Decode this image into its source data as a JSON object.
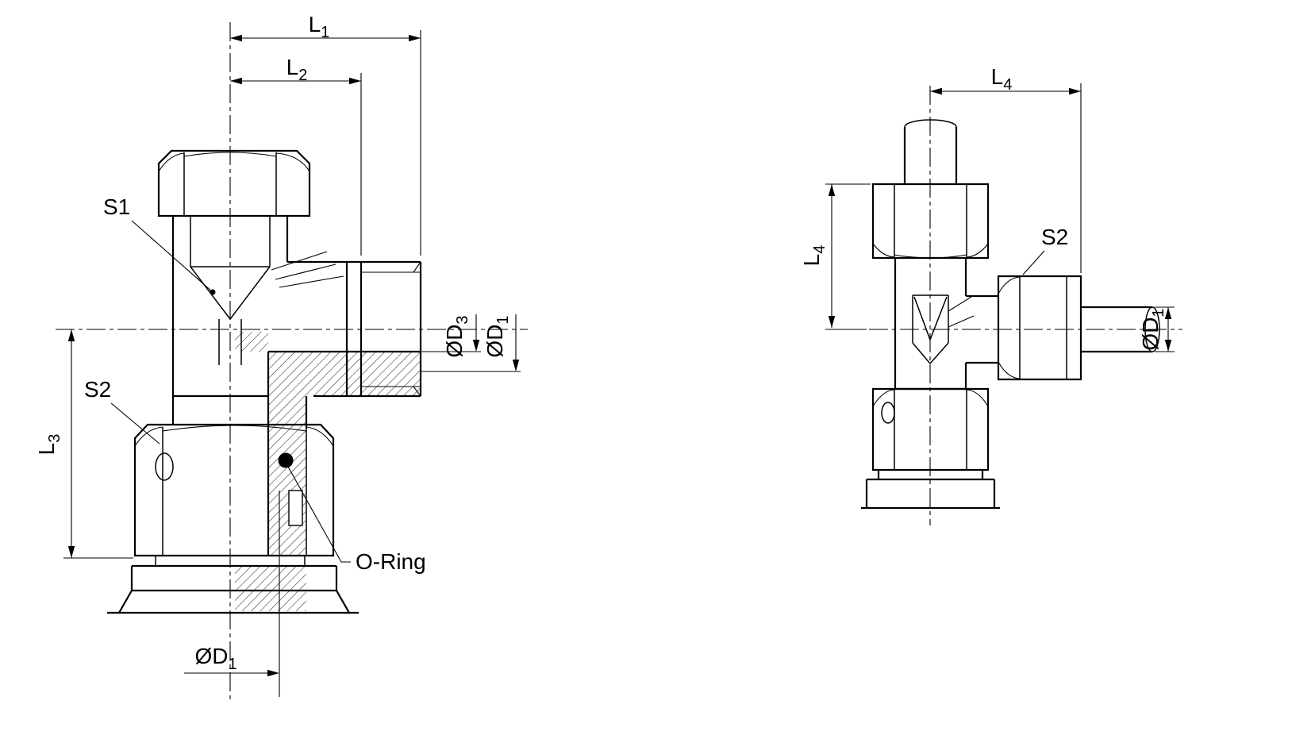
{
  "page": {
    "background": "#ffffff",
    "ink": "#000000"
  },
  "drawing": {
    "kind": "engineering-drawing",
    "description": "Sectioned front view and side view of an adjustable banjo tee tube fitting with O-ring seal",
    "views": [
      {
        "id": "front-section-view",
        "position": "left"
      },
      {
        "id": "side-view",
        "position": "right"
      }
    ],
    "labels": {
      "L1": {
        "base": "L",
        "sub": "1"
      },
      "L2": {
        "base": "L",
        "sub": "2"
      },
      "L3": {
        "base": "L",
        "sub": "3"
      },
      "L4_top": {
        "base": "L",
        "sub": "4"
      },
      "L4_side": {
        "base": "L",
        "sub": "4"
      },
      "S1": "S1",
      "S2_front": "S2",
      "S2_side": "S2",
      "D3_branch": {
        "base": "ØD",
        "sub": "3"
      },
      "D1_branch": {
        "base": "ØD",
        "sub": "1"
      },
      "D1_bottom": {
        "base": "ØD",
        "sub": "1"
      },
      "D1_side": {
        "base": "ØD",
        "sub": "1"
      },
      "oring": "O-Ring"
    }
  }
}
